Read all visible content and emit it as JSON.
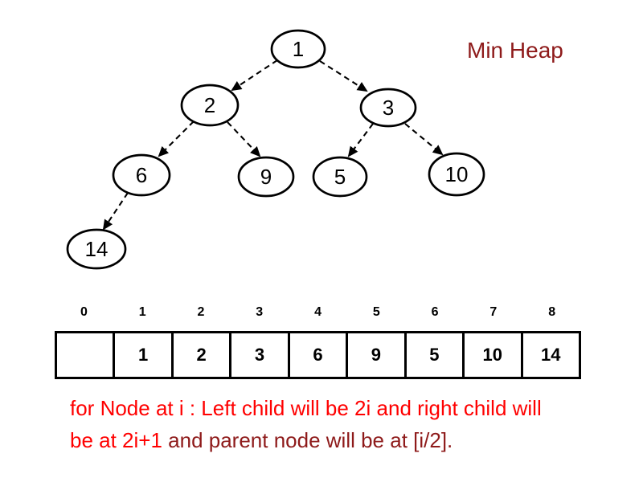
{
  "title": "Min Heap",
  "colors": {
    "title_dark_red": "#8e1a1a",
    "caption_red": "#ff0000",
    "caption_dark_red": "#8e1a1a",
    "line_black": "#000000"
  },
  "tree": {
    "nodes": [
      {
        "label": "1"
      },
      {
        "label": "2"
      },
      {
        "label": "3"
      },
      {
        "label": "6"
      },
      {
        "label": "9"
      },
      {
        "label": "5"
      },
      {
        "label": "10"
      },
      {
        "label": "14"
      }
    ],
    "edges": [
      "1-2",
      "1-3",
      "2-6",
      "2-9",
      "3-5",
      "3-10",
      "6-14"
    ]
  },
  "array": {
    "indices": [
      "0",
      "1",
      "2",
      "3",
      "4",
      "5",
      "6",
      "7",
      "8"
    ],
    "values": [
      "",
      "1",
      "2",
      "3",
      "6",
      "9",
      "5",
      "10",
      "14"
    ]
  },
  "caption": {
    "line1": "for Node at i : Left child will be 2i and right child will",
    "line2_red": "be at 2i+1 ",
    "line2_dark": "and parent node will be at [i/2]."
  }
}
